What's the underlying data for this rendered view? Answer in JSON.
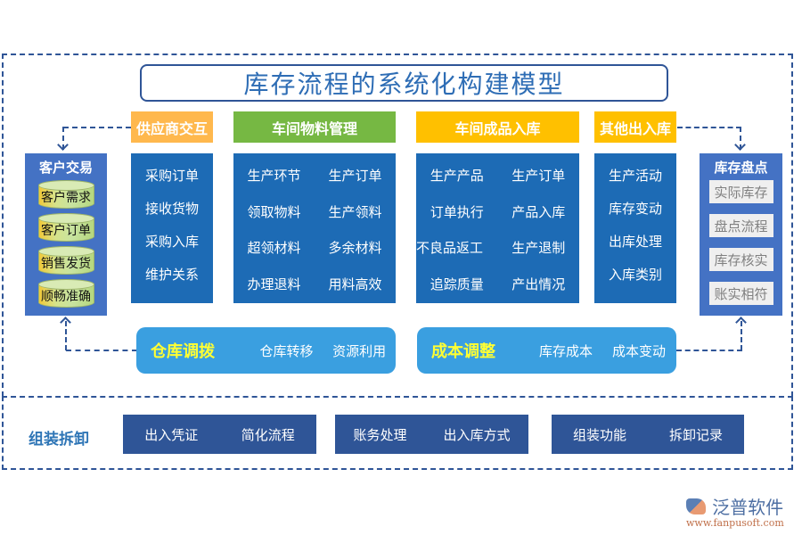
{
  "title": "库存流程的系统化构建模型",
  "customer": {
    "title": "客户交易",
    "items": [
      "客户需求",
      "客户订单",
      "销售发货",
      "顺畅准确"
    ]
  },
  "supplier": {
    "header": "供应商交互",
    "items": [
      "采购订单",
      "接收货物",
      "采购入库",
      "维护关系"
    ]
  },
  "workshop_material": {
    "header": "车间物料管理",
    "items": [
      "生产环节",
      "生产订单",
      "领取物料",
      "生产领料",
      "超领材料",
      "多余材料",
      "办理退料",
      "用料高效"
    ]
  },
  "workshop_product": {
    "header": "车间成品入库",
    "items": [
      "生产产品",
      "生产订单",
      "订单执行",
      "产品入库",
      "不良品返工",
      "生产退制",
      "追踪质量",
      "产出情况"
    ]
  },
  "other_io": {
    "header": "其他出入库",
    "items": [
      "生产活动",
      "库存变动",
      "出库处理",
      "入库类别"
    ]
  },
  "stocktake": {
    "title": "库存盘点",
    "items": [
      "实际库存",
      "盘点流程",
      "库存核实",
      "账实相符"
    ]
  },
  "transfer": {
    "title": "仓库调拨",
    "items": [
      "仓库转移",
      "资源利用"
    ]
  },
  "cost": {
    "title": "成本调整",
    "items": [
      "库存成本",
      "成本变动"
    ]
  },
  "assembly": {
    "label": "组装拆卸",
    "boxes": [
      [
        "出入凭证",
        "简化流程"
      ],
      [
        "账务处理",
        "出入库方式"
      ],
      [
        "组装功能",
        "拆卸记录"
      ]
    ]
  },
  "logo": {
    "name": "泛普软件",
    "url": "www.fanpusoft.com"
  },
  "colors": {
    "frame": "#2f5597",
    "panel_blue": "#1d6bb5",
    "side_blue": "#4472c4",
    "pill_blue": "#3a9fe0",
    "header_orange": "#ffb84d",
    "header_green": "#76b843",
    "header_yellow": "#ffc000",
    "assembly_blue": "#2f5597",
    "title_text": "#2e6db5"
  }
}
